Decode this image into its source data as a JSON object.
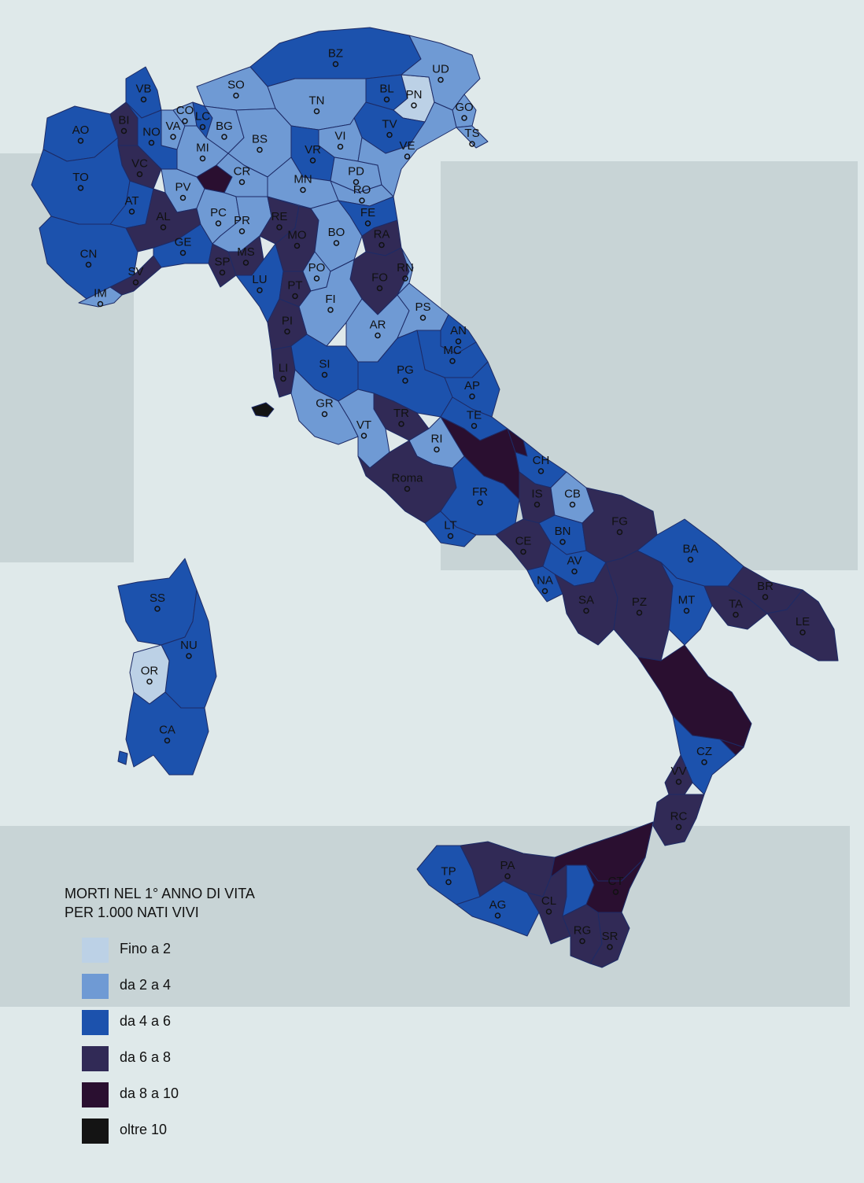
{
  "legend": {
    "title": "MORTI NEL 1° ANNO DI VITA\nPER 1.000 NATI VIVI",
    "classes": [
      {
        "label": "Fino a 2",
        "color": "#bcd1e6"
      },
      {
        "label": "da 2 a 4",
        "color": "#6f9ad4"
      },
      {
        "label": "da 4 a 6",
        "color": "#1c52ad"
      },
      {
        "label": "da 6 a 8",
        "color": "#312a56"
      },
      {
        "label": "da 8 a 10",
        "color": "#2a0f30"
      },
      {
        "label": "oltre 10",
        "color": "#141414"
      }
    ]
  },
  "provinces": {
    "BZ": {
      "label": "BZ",
      "class": 2
    },
    "TN": {
      "label": "TN",
      "class": 1
    },
    "BL": {
      "label": "BL",
      "class": 2
    },
    "PN": {
      "label": "PN",
      "class": 0
    },
    "UD": {
      "label": "UD",
      "class": 1
    },
    "GO": {
      "label": "GO",
      "class": 1
    },
    "TS": {
      "label": "TS",
      "class": 1
    },
    "SO": {
      "label": "SO",
      "class": 1
    },
    "VB": {
      "label": "VB",
      "class": 2
    },
    "VA": {
      "label": "VA",
      "class": 1
    },
    "CO": {
      "label": "CO",
      "class": 1
    },
    "LC": {
      "label": "LC",
      "class": 2
    },
    "BG": {
      "label": "BG",
      "class": 1
    },
    "AO": {
      "label": "AO",
      "class": 2
    },
    "BI": {
      "label": "BI",
      "class": 3
    },
    "NO": {
      "label": "NO",
      "class": 2
    },
    "MI": {
      "label": "MI",
      "class": 1
    },
    "BS": {
      "label": "BS",
      "class": 1
    },
    "VI": {
      "label": "VI",
      "class": 1
    },
    "TV": {
      "label": "TV",
      "class": 2
    },
    "VR": {
      "label": "VR",
      "class": 2
    },
    "PD": {
      "label": "PD",
      "class": 1
    },
    "VE": {
      "label": "VE",
      "class": 1
    },
    "TO": {
      "label": "TO",
      "class": 2
    },
    "VC": {
      "label": "VC",
      "class": 3
    },
    "PV": {
      "label": "PV",
      "class": 1
    },
    "LO": {
      "label": "",
      "class": 4
    },
    "CR": {
      "label": "CR",
      "class": 1
    },
    "MN": {
      "label": "MN",
      "class": 1
    },
    "RO": {
      "label": "RO",
      "class": 1
    },
    "AT": {
      "label": "AT",
      "class": 2
    },
    "AL": {
      "label": "AL",
      "class": 3
    },
    "PC": {
      "label": "PC",
      "class": 1
    },
    "PR": {
      "label": "PR",
      "class": 1
    },
    "RE": {
      "label": "RE",
      "class": 3
    },
    "FE": {
      "label": "FE",
      "class": 2
    },
    "CN": {
      "label": "CN",
      "class": 2
    },
    "GE": {
      "label": "GE",
      "class": 2
    },
    "MO": {
      "label": "MO",
      "class": 3
    },
    "BO": {
      "label": "BO",
      "class": 1
    },
    "RA": {
      "label": "RA",
      "class": 3
    },
    "SV": {
      "label": "SV",
      "class": 3
    },
    "IM": {
      "label": "IM",
      "class": 1
    },
    "SP": {
      "label": "SP",
      "class": 3
    },
    "MS": {
      "label": "MS",
      "class": 3
    },
    "LU": {
      "label": "LU",
      "class": 2
    },
    "PT": {
      "label": "PT",
      "class": 3
    },
    "PO": {
      "label": "PO",
      "class": 1
    },
    "FO": {
      "label": "FO",
      "class": 3
    },
    "RN": {
      "label": "RN",
      "class": 1
    },
    "PS": {
      "label": "PS",
      "class": 1
    },
    "FI": {
      "label": "FI",
      "class": 1
    },
    "PI": {
      "label": "PI",
      "class": 3
    },
    "LI": {
      "label": "LI",
      "class": 3
    },
    "AR": {
      "label": "AR",
      "class": 1
    },
    "AN": {
      "label": "AN",
      "class": 2
    },
    "MC": {
      "label": "MC",
      "class": 2
    },
    "SI": {
      "label": "SI",
      "class": 2
    },
    "PG": {
      "label": "PG",
      "class": 2
    },
    "AP": {
      "label": "AP",
      "class": 2
    },
    "GR": {
      "label": "GR",
      "class": 1
    },
    "TR": {
      "label": "TR",
      "class": 3
    },
    "TE": {
      "label": "TE",
      "class": 2
    },
    "VT": {
      "label": "VT",
      "class": 1
    },
    "RI": {
      "label": "RI",
      "class": 1
    },
    "AQ": {
      "label": "",
      "class": 4
    },
    "PE": {
      "label": "",
      "class": 4
    },
    "CH": {
      "label": "CH",
      "class": 2
    },
    "Roma": {
      "label": "Roma",
      "class": 3
    },
    "FR": {
      "label": "FR",
      "class": 2
    },
    "LT": {
      "label": "LT",
      "class": 2
    },
    "IS": {
      "label": "IS",
      "class": 3
    },
    "CB": {
      "label": "CB",
      "class": 1
    },
    "FG": {
      "label": "FG",
      "class": 3
    },
    "CE": {
      "label": "CE",
      "class": 3
    },
    "BN": {
      "label": "BN",
      "class": 2
    },
    "AV": {
      "label": "AV",
      "class": 2
    },
    "NA": {
      "label": "NA",
      "class": 2
    },
    "SA": {
      "label": "SA",
      "class": 3
    },
    "PZ": {
      "label": "PZ",
      "class": 3
    },
    "BA": {
      "label": "BA",
      "class": 2
    },
    "MT": {
      "label": "MT",
      "class": 2
    },
    "TA": {
      "label": "TA",
      "class": 3
    },
    "BR": {
      "label": "BR",
      "class": 3
    },
    "LE": {
      "label": "LE",
      "class": 3
    },
    "CS": {
      "label": "",
      "class": 4
    },
    "CZ": {
      "label": "CZ",
      "class": 2
    },
    "VV": {
      "label": "VV",
      "class": 3
    },
    "KR": {
      "label": "",
      "class": 4
    },
    "RC": {
      "label": "RC",
      "class": 3
    },
    "SS": {
      "label": "SS",
      "class": 2
    },
    "NU": {
      "label": "NU",
      "class": 2
    },
    "OR": {
      "label": "OR",
      "class": 0
    },
    "CA": {
      "label": "CA",
      "class": 2
    },
    "TP": {
      "label": "TP",
      "class": 2
    },
    "PA": {
      "label": "PA",
      "class": 3
    },
    "ME": {
      "label": "",
      "class": 4
    },
    "AG": {
      "label": "AG",
      "class": 2
    },
    "CL": {
      "label": "CL",
      "class": 3
    },
    "EN": {
      "label": "",
      "class": 2
    },
    "CT": {
      "label": "CT",
      "class": 4
    },
    "RG": {
      "label": "RG",
      "class": 3
    },
    "SR": {
      "label": "SR",
      "class": 3
    }
  }
}
